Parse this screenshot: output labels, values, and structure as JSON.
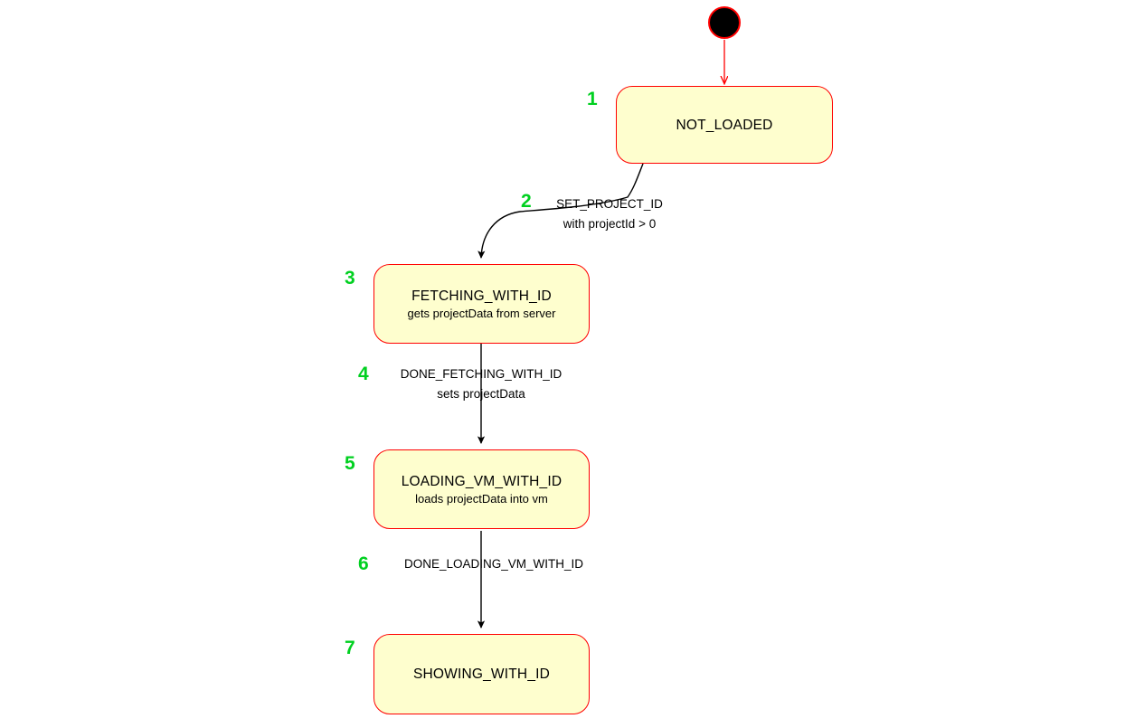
{
  "diagram": {
    "type": "uml-state-machine",
    "colors": {
      "state_fill": "#FEFECE",
      "state_border": "#FF0000",
      "step_number": "#00D020",
      "edge": "#000000",
      "initial_node_fill": "#000000",
      "initial_node_ring": "#FF0000",
      "background": "#FFFFFF"
    },
    "initial_node": {
      "name": "initial-state"
    },
    "states": [
      {
        "step": "1",
        "name": "NOT_LOADED",
        "description": ""
      },
      {
        "step": "3",
        "name": "FETCHING_WITH_ID",
        "description": "gets projectData from server"
      },
      {
        "step": "5",
        "name": "LOADING_VM_WITH_ID",
        "description": "loads projectData into vm"
      },
      {
        "step": "7",
        "name": "SHOWING_WITH_ID",
        "description": ""
      }
    ],
    "transitions": [
      {
        "step": "2",
        "from": "NOT_LOADED",
        "to": "FETCHING_WITH_ID",
        "event": "SET_PROJECT_ID",
        "detail": "with projectId > 0"
      },
      {
        "step": "4",
        "from": "FETCHING_WITH_ID",
        "to": "LOADING_VM_WITH_ID",
        "event": "DONE_FETCHING_WITH_ID",
        "detail": "sets projectData"
      },
      {
        "step": "6",
        "from": "LOADING_VM_WITH_ID",
        "to": "SHOWING_WITH_ID",
        "event": "DONE_LOADING_VM_WITH_ID",
        "detail": ""
      }
    ]
  }
}
